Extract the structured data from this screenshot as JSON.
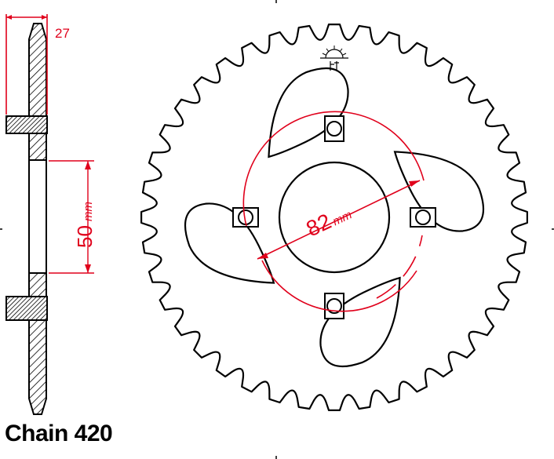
{
  "diagram": {
    "chain_label": "Chain 420",
    "thickness_label": "27",
    "hub_dimension_value": "50",
    "hub_dimension_unit": "mm",
    "bolt_circle_value": "82",
    "bolt_circle_unit": "mm",
    "tooth_count": 40,
    "bolt_hole_count": 4,
    "colors": {
      "outline": "#000000",
      "dimension": "#e0001b",
      "hatch_fill": "#ffffff",
      "background": "#ffffff"
    },
    "icons": [
      "sprocket-side-profile",
      "sprocket-front-view",
      "manufacturer-logo-icon"
    ]
  }
}
